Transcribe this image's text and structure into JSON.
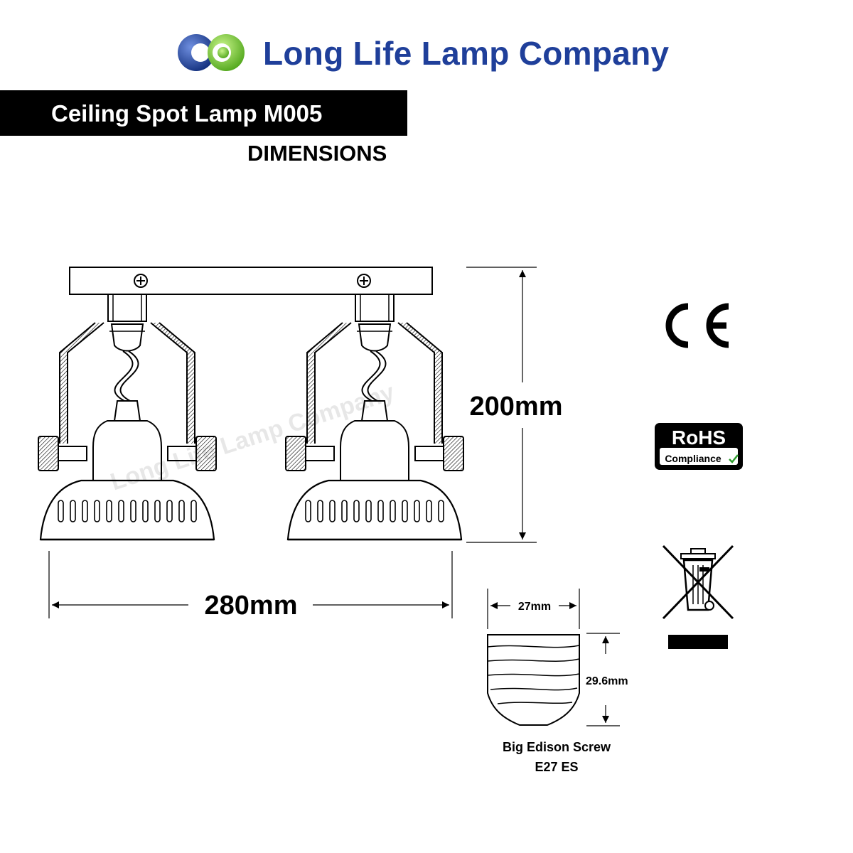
{
  "brand": {
    "name": "Long Life Lamp Company",
    "logo_colors": [
      "#1f3f9a",
      "#7ed321"
    ]
  },
  "header": {
    "title": "Ceiling Spot Lamp M005",
    "subtitle": "DIMENSIONS"
  },
  "watermark": "Long Life Lamp Company",
  "dimensions": {
    "height": "200mm",
    "width": "280mm"
  },
  "bulb": {
    "base_width": "27mm",
    "base_height": "29.6mm",
    "caption_line1": "Big Edison Screw",
    "caption_line2": "E27 ES"
  },
  "certifications": {
    "ce": "CE",
    "rohs_title": "RoHS",
    "rohs_sub": "Compliance",
    "weee_icon": "crossed-bin-icon"
  }
}
